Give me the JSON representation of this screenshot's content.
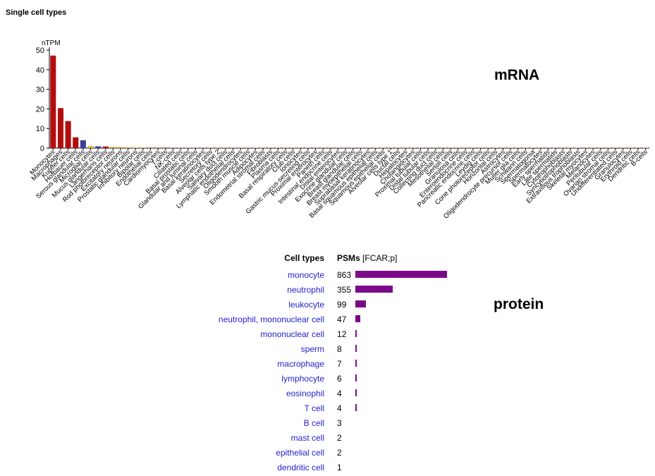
{
  "page": {
    "title": "Single cell types"
  },
  "labels": {
    "mrna": "mRNA",
    "protein": "protein"
  },
  "colors": {
    "bar_red": "#b20e0e",
    "bar_blue": "#3e3f9b",
    "bar_orange": "#e2a436",
    "bar_lightred": "#d06060",
    "bar_purple": "#7b0a8a",
    "link": "#2222cc"
  },
  "chart_data": [
    {
      "type": "bar",
      "ylabel": "nTPM",
      "ylim": [
        0,
        50
      ],
      "yticks": [
        0,
        10,
        20,
        30,
        40,
        50
      ],
      "categories": [
        "Monocytes",
        "Macrophages",
        "Kupffer cells",
        "Hofbauer cells",
        "Serous glandular cells",
        "Microglial cells",
        "Mucus glandular cells",
        "Langerhans cells",
        "Rod photoreceptor cells",
        "Excitatory neurons",
        "Prostatic glandular cells",
        "Inhibitory neurons",
        "Bipolar cells",
        "Endothelial cells",
        "Cardiomyocytes",
        "T-cells",
        "NK-cells",
        "Ciliated cells",
        "Basal prostatic cells",
        "Glandular and luminal cells",
        "Basal keratinocytes",
        "Secretory cells",
        "Alveolar cells type 2",
        "Salivary duct cells",
        "Lymphatic endothelial cells",
        "Oligodendrocytes",
        "Smooth muscle cells",
        "Adipocytes",
        "Endometrial stromal cells",
        "Fibroblasts",
        "Plasma cells",
        "Basal respiratory cells",
        "Club cells",
        "Ionocytes",
        "Gastric mucus-secreting cells",
        "Proximal enterocytes",
        "Paneth cells",
        "Intestinal endocrine cells",
        "Distal enterocytes",
        "Exocrine glandular cells",
        "Breast glandular cells",
        "Breast myoepithelial cells",
        "Suprabasal keratinocytes",
        "Basal squamous epithelial cells",
        "Squamous epithelial cells",
        "Alveolar cells type 1",
        "Ductal cells",
        "Hepatocytes",
        "Cholangiocytes",
        "Proximal tubular cells",
        "Distal tubular cells",
        "Collecting duct cells",
        "Mesothelial cells",
        "Sertoli cells",
        "Granulosa cells",
        "Enteroendocrine cells",
        "Pancreatic endocrine cells",
        "Leydig cells",
        "Cone photoreceptor cells",
        "Horizontal cells",
        "Astrocytes",
        "Oligodendrocyte precursor cells",
        "Muller glia cells",
        "Schwann cells",
        "Spermatogonia",
        "Spermatocytes",
        "Early spermatids",
        "Late spermatids",
        "Cytotrophoblasts",
        "Syncytiotrophoblasts",
        "Extravillous trophoblasts",
        "Skeletal myocytes",
        "Melanocytes",
        "Peritubular cells",
        "Ovarian stromal cells",
        "Undifferentiated cells",
        "Granulocytes",
        "Erythroid cells",
        "Dendritic cells",
        "B-cells"
      ],
      "values": [
        47.2,
        20.4,
        13.8,
        5.5,
        4.0,
        1.0,
        0.9,
        0.8,
        0.6,
        0.5,
        0.4,
        0.3,
        0.3,
        0.3,
        0.3,
        0.3,
        0.2,
        0.2,
        0.2,
        0.2,
        0.2,
        0.2,
        0.2,
        0.2,
        0.1,
        0.1,
        0.1,
        0.1,
        0.1,
        0.1,
        0.1,
        0.1,
        0.1,
        0.1,
        0.05,
        0.05,
        0.05,
        0.05,
        0.05,
        0.05,
        0.05,
        0.05,
        0.05,
        0.05,
        0.05,
        0.05,
        0.05,
        0.05,
        0.05,
        0.05,
        0.05,
        0.05,
        0.05,
        0.05,
        0.05,
        0.05,
        0.05,
        0.05,
        0.05,
        0.05,
        0.05,
        0.05,
        0.05,
        0.05,
        0.05,
        0.05,
        0.05,
        0.05,
        0.05,
        0.05,
        0.05,
        0.05,
        0.05,
        0.05,
        0.05,
        0.05,
        0.05,
        0.05,
        0.05,
        0.05
      ],
      "bar_colors": [
        "#b20e0e",
        "#b20e0e",
        "#b20e0e",
        "#b20e0e",
        "#3e3f9b",
        "#e2a436",
        "#3e3f9b",
        "#b20e0e",
        "#e2a436",
        "#e2a436",
        "#e2a436",
        "#e2a436",
        "#e2a436",
        "#d06060",
        "#d06060",
        "#d06060",
        "#d06060",
        "#d06060",
        "#d06060",
        "#d06060",
        "#d06060",
        "#d06060",
        "#d06060",
        "#d06060",
        "#d06060",
        "#d06060",
        "#d06060",
        "#d06060",
        "#d06060",
        "#d06060",
        "#d06060",
        "#d06060",
        "#d06060",
        "#d06060",
        "#d06060",
        "#d06060",
        "#d06060",
        "#d06060",
        "#d06060",
        "#d06060",
        "#d06060",
        "#d06060",
        "#d06060",
        "#d06060",
        "#d06060",
        "#d06060",
        "#d06060",
        "#d06060",
        "#d06060",
        "#d06060",
        "#d06060",
        "#d06060",
        "#d06060",
        "#d06060",
        "#d06060",
        "#d06060",
        "#d06060",
        "#d06060",
        "#d06060",
        "#d06060",
        "#d06060",
        "#d06060",
        "#d06060",
        "#d06060",
        "#d06060",
        "#d06060",
        "#d06060",
        "#d06060",
        "#d06060",
        "#d06060",
        "#d06060",
        "#d06060",
        "#d06060",
        "#d06060",
        "#d06060",
        "#d06060",
        "#d06060",
        "#d06060",
        "#d06060",
        "#d06060"
      ]
    },
    {
      "type": "bar",
      "orientation": "horizontal",
      "header_type": "Cell types",
      "header_psm": "PSMs",
      "header_psm_suffix": "[FCAR;p]",
      "categories": [
        "monocyte",
        "neutrophil",
        "leukocyte",
        "neutrophil, mononuclear cell",
        "mononuclear cell",
        "sperm",
        "macrophage",
        "lymphocyte",
        "eosinophil",
        "T cell",
        "B cell",
        "mast cell",
        "epithelial cell",
        "dendritic cell"
      ],
      "values": [
        863,
        355,
        99,
        47,
        12,
        8,
        7,
        6,
        4,
        4,
        3,
        2,
        2,
        1
      ],
      "value_labels": [
        "863",
        "355",
        "99",
        "47",
        "12",
        "8",
        "7",
        "6",
        "4",
        "4",
        "3",
        "2",
        "2",
        "1"
      ],
      "bar_visible": [
        true,
        true,
        true,
        true,
        true,
        true,
        true,
        true,
        true,
        true,
        false,
        false,
        false,
        false
      ]
    }
  ]
}
